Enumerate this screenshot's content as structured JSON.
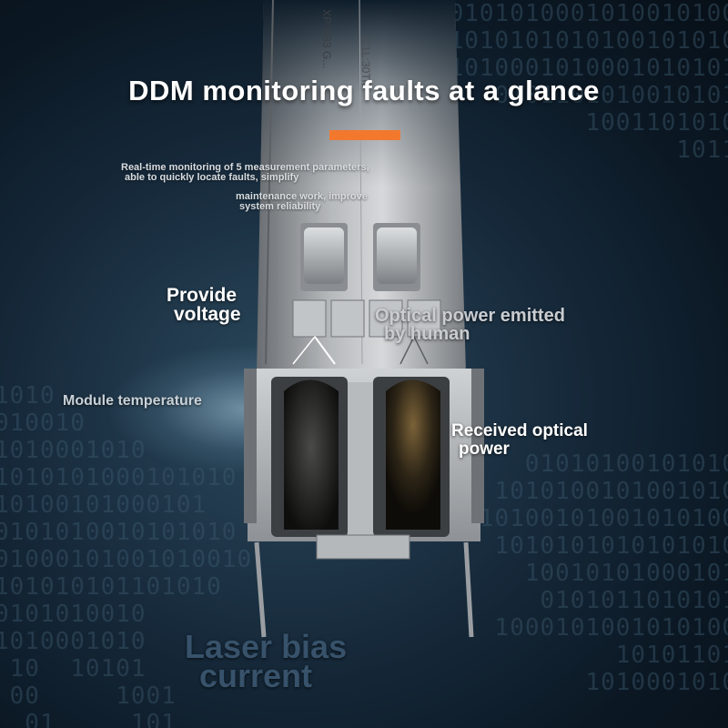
{
  "image": {
    "title": "DDM monitoring faults at a glance",
    "description_lines": [
      "Real-time monitoring of 5 measurement parameters,",
      "able to quickly locate faults, simplify",
      "maintenance work, improve",
      "system reliability"
    ],
    "labels": {
      "provide_voltage": [
        "Provide",
        "voltage"
      ],
      "optical_power_emitted": [
        "Optical power emitted",
        "by human"
      ],
      "module_temperature": "Module temperature",
      "received_optical_power": [
        "Received optical",
        "power"
      ],
      "laser_bias_current": [
        "Laser bias",
        "current"
      ]
    },
    "module_text": [
      "XP-SS3 G...",
      "S'1L:30Tl0"
    ],
    "colors": {
      "accent": "#f2782e",
      "background": "#0e1d2a",
      "binary_digits": "#3d5a6e"
    }
  }
}
